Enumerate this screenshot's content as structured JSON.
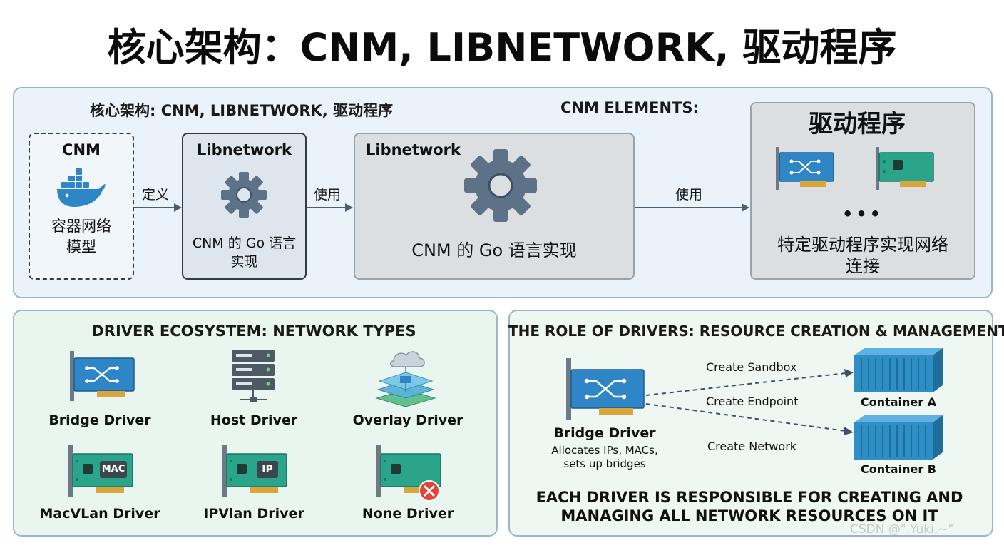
{
  "title": "核心架构：CNM, LIBNETWORK, 驱动程序",
  "top_panel": {
    "heading_left": "核心架构: CNM, LIBNETWORK, 驱动程序",
    "heading_right": "CNM ELEMENTS:",
    "cnm": {
      "title": "CNM",
      "line1": "容器网络",
      "line2": "模型",
      "icon": "docker-whale-icon"
    },
    "arrow1_label": "定义",
    "libnetwork_small": {
      "title": "Libnetwork",
      "line1": "CNM 的 Go 语言",
      "line2": "实现",
      "icon": "gear-icon"
    },
    "arrow2_label": "使用",
    "libnetwork_large": {
      "title": "Libnetwork",
      "text": "CNM 的 Go 语言实现",
      "icon": "gear-icon"
    },
    "arrow3_label": "使用",
    "drivers": {
      "title": "驱动程序",
      "ellipsis": "•••",
      "line1": "特定驱动程序实现网络",
      "line2": "连接"
    }
  },
  "ecosystem": {
    "heading": "DRIVER ECOSYSTEM: NETWORK TYPES",
    "items": [
      {
        "label": "Bridge Driver",
        "icon": "bridge-card-icon"
      },
      {
        "label": "Host Driver",
        "icon": "server-icon"
      },
      {
        "label": "Overlay Driver",
        "icon": "overlay-cloud-icon"
      },
      {
        "label": "MacVLan Driver",
        "icon": "mac-card-icon",
        "chip": "MAC"
      },
      {
        "label": "IPVlan Driver",
        "icon": "ip-card-icon",
        "chip": "IP"
      },
      {
        "label": "None Driver",
        "icon": "none-card-icon"
      }
    ]
  },
  "role": {
    "heading": "THE ROLE OF DRIVERS: RESOURCE CREATION & MANAGEMENT",
    "driver": {
      "name": "Bridge Driver",
      "desc1": "Allocates IPs, MACs,",
      "desc2": "sets up bridges"
    },
    "actions": [
      "Create Sandbox",
      "Create Endpoint",
      "Create Network"
    ],
    "containers": [
      "Container A",
      "Container B"
    ],
    "statement1": "EACH DRIVER IS RESPONSIBLE FOR CREATING AND",
    "statement2": "MANAGING ALL NETWORK RESOURCES ON IT"
  },
  "watermark": "CSDN @\".Yuki.~\"",
  "colors": {
    "card_blue": "#2f86c7",
    "card_green": "#2aa58a",
    "gold": "#d9a63a",
    "gear": "#5e7287",
    "container": "#2d8fc6",
    "error_red": "#e0453a",
    "arrow": "#4a6072"
  }
}
